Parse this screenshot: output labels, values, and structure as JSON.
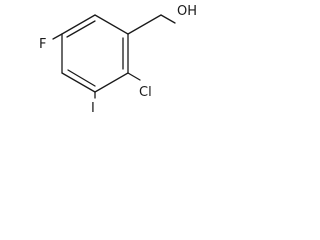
{
  "structure": {
    "atoms": {
      "fluorine": "F",
      "iodine": "I",
      "chlorine": "Cl",
      "hydroxyl": "OH"
    }
  }
}
